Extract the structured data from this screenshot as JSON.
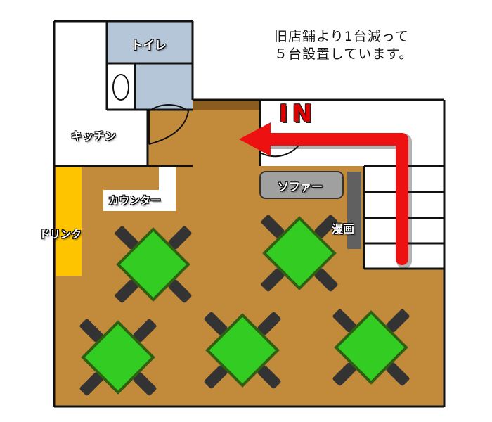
{
  "note": {
    "line1": "旧店舗より1台減って",
    "line2": "５台設置しています。"
  },
  "labels": {
    "toilet": "トイレ",
    "kitchen": "キッチン",
    "counter": "カウンター",
    "drink": "ドリンク",
    "sofa": "ソファー",
    "manga": "漫画",
    "entrance": "IN"
  },
  "colors": {
    "floor": "#c28a3b",
    "wall": "#111111",
    "toilet": "#b5c6d9",
    "table": "#33cc22",
    "table_border": "#2f5f12",
    "chair": "#333333",
    "drink_counter": "#ffc400",
    "arrow": "#ee1111",
    "shelf": "#606060",
    "sofa": "#a0a0a0"
  },
  "tables": [
    {
      "name": "table-1"
    },
    {
      "name": "table-2"
    },
    {
      "name": "table-3"
    },
    {
      "name": "table-4"
    },
    {
      "name": "table-5"
    }
  ]
}
